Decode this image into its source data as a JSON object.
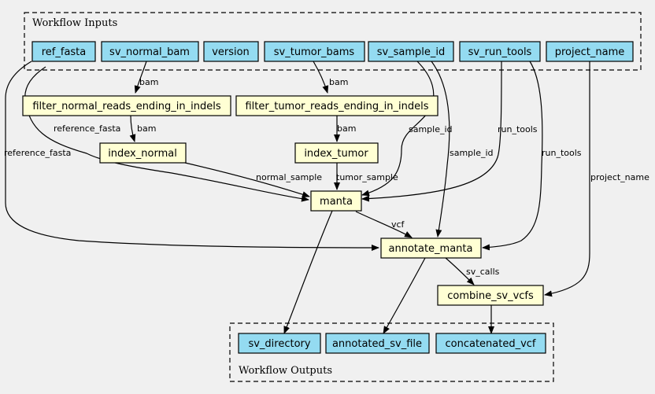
{
  "clusters": {
    "inputs_label": "Workflow Inputs",
    "outputs_label": "Workflow Outputs"
  },
  "inputs": {
    "ref_fasta": "ref_fasta",
    "sv_normal_bam": "sv_normal_bam",
    "version": "version",
    "sv_tumor_bams": "sv_tumor_bams",
    "sv_sample_id": "sv_sample_id",
    "sv_run_tools": "sv_run_tools",
    "project_name": "project_name"
  },
  "steps": {
    "filter_normal": "filter_normal_reads_ending_in_indels",
    "filter_tumor": "filter_tumor_reads_ending_in_indels",
    "index_normal": "index_normal",
    "index_tumor": "index_tumor",
    "manta": "manta",
    "annotate_manta": "annotate_manta",
    "combine_sv_vcfs": "combine_sv_vcfs"
  },
  "outputs": {
    "sv_directory": "sv_directory",
    "annotated_sv_file": "annotated_sv_file",
    "concatenated_vcf": "concatenated_vcf"
  },
  "edge_labels": {
    "normal_bam": "bam",
    "tumor_bam": "bam",
    "normal_indexed_bam": "bam",
    "tumor_indexed_bam": "bam",
    "ref_to_manta": "reference_fasta",
    "ref_to_annotate": "reference_fasta",
    "sample_to_manta": "sample_id",
    "sample_to_annotate": "sample_id",
    "run_tools_to_manta": "run_tools",
    "run_tools_to_annotate": "run_tools",
    "project_to_combine": "project_name",
    "normal_sample": "normal_sample",
    "tumor_sample": "tumor_sample",
    "vcf": "vcf",
    "sv_calls": "sv_calls"
  },
  "colors": {
    "input_fill": "#94dbf1",
    "step_fill": "#ffffd4",
    "background": "#f0f0f0"
  }
}
